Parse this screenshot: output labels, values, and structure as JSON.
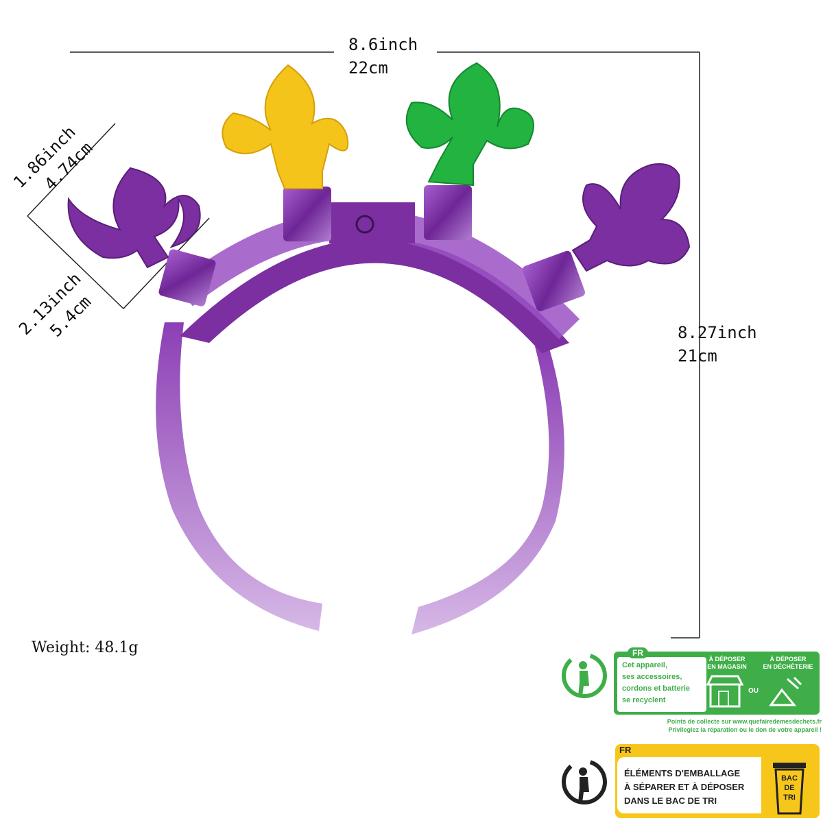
{
  "dimensions": {
    "width_label": "8.6inch",
    "width_label_cm": "22cm",
    "height_label": "8.27inch",
    "height_label_cm": "21cm",
    "fleur_top_label": "1.86inch",
    "fleur_top_label_cm": "4.74cm",
    "fleur_bottom_label": "2.13inch",
    "fleur_bottom_label_cm": "5.4cm"
  },
  "weight": "Weight: 48.1g",
  "colors": {
    "purple": "#7b2fa0",
    "yellow": "#f4c41a",
    "green": "#23b341",
    "badge_green": "#3fae49",
    "badge_yellow": "#f7c61b"
  },
  "recycling_badge": {
    "tag": "FR",
    "text_lines": [
      "Cet appareil,",
      "ses accessoires,",
      "cordons et batterie",
      "se recyclent"
    ],
    "option_store": [
      "À DÉPOSER",
      "EN MAGASIN"
    ],
    "option_or": "OU",
    "option_dump": [
      "À DÉPOSER",
      "EN DÉCHÈTERIE"
    ],
    "footer_1": "Points de collecte sur www.quefairedemesdechets.fr",
    "footer_2": "Privilegiez la réparation ou le don de votre appareil !"
  },
  "packaging_badge": {
    "tag": "FR",
    "lines": [
      "ÉLÉMENTS D'EMBALLAGE",
      "À SÉPARER ET À DÉPOSER",
      "DANS LE BAC DE TRI"
    ],
    "bin_label": [
      "BAC",
      "DE",
      "TRI"
    ]
  },
  "icons": {
    "recycle_person": "recycle-person-icon",
    "shop": "shop-icon",
    "dump": "dump-icon",
    "bin": "recycling-bin-icon"
  }
}
